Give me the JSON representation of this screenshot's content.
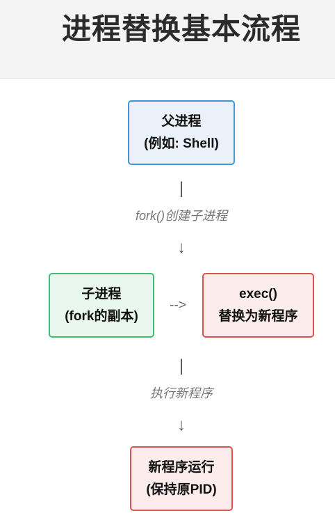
{
  "title": "进程替换基本流程",
  "nodes": {
    "parent": {
      "line1": "父进程",
      "line2": "(例如: Shell)"
    },
    "child": {
      "line1": "子进程",
      "line2": "(fork的副本)"
    },
    "exec": {
      "line1": "exec()",
      "line2": "替换为新程序"
    },
    "result": {
      "line1": "新程序运行",
      "line2": "(保持原PID)"
    }
  },
  "edges": {
    "fork_label": "fork()创建子进程",
    "exec_label": "执行新程序",
    "dashed_arrow": "-->",
    "bar_glyph": "|",
    "down_arrow_glyph": "↓"
  },
  "colors": {
    "parent_fill": "#eaf1f8",
    "parent_border": "#3f97cf",
    "child_fill": "#e9f8ee",
    "child_border": "#3dbf73",
    "exec_fill": "#fdecec",
    "exec_border": "#d9534f"
  }
}
